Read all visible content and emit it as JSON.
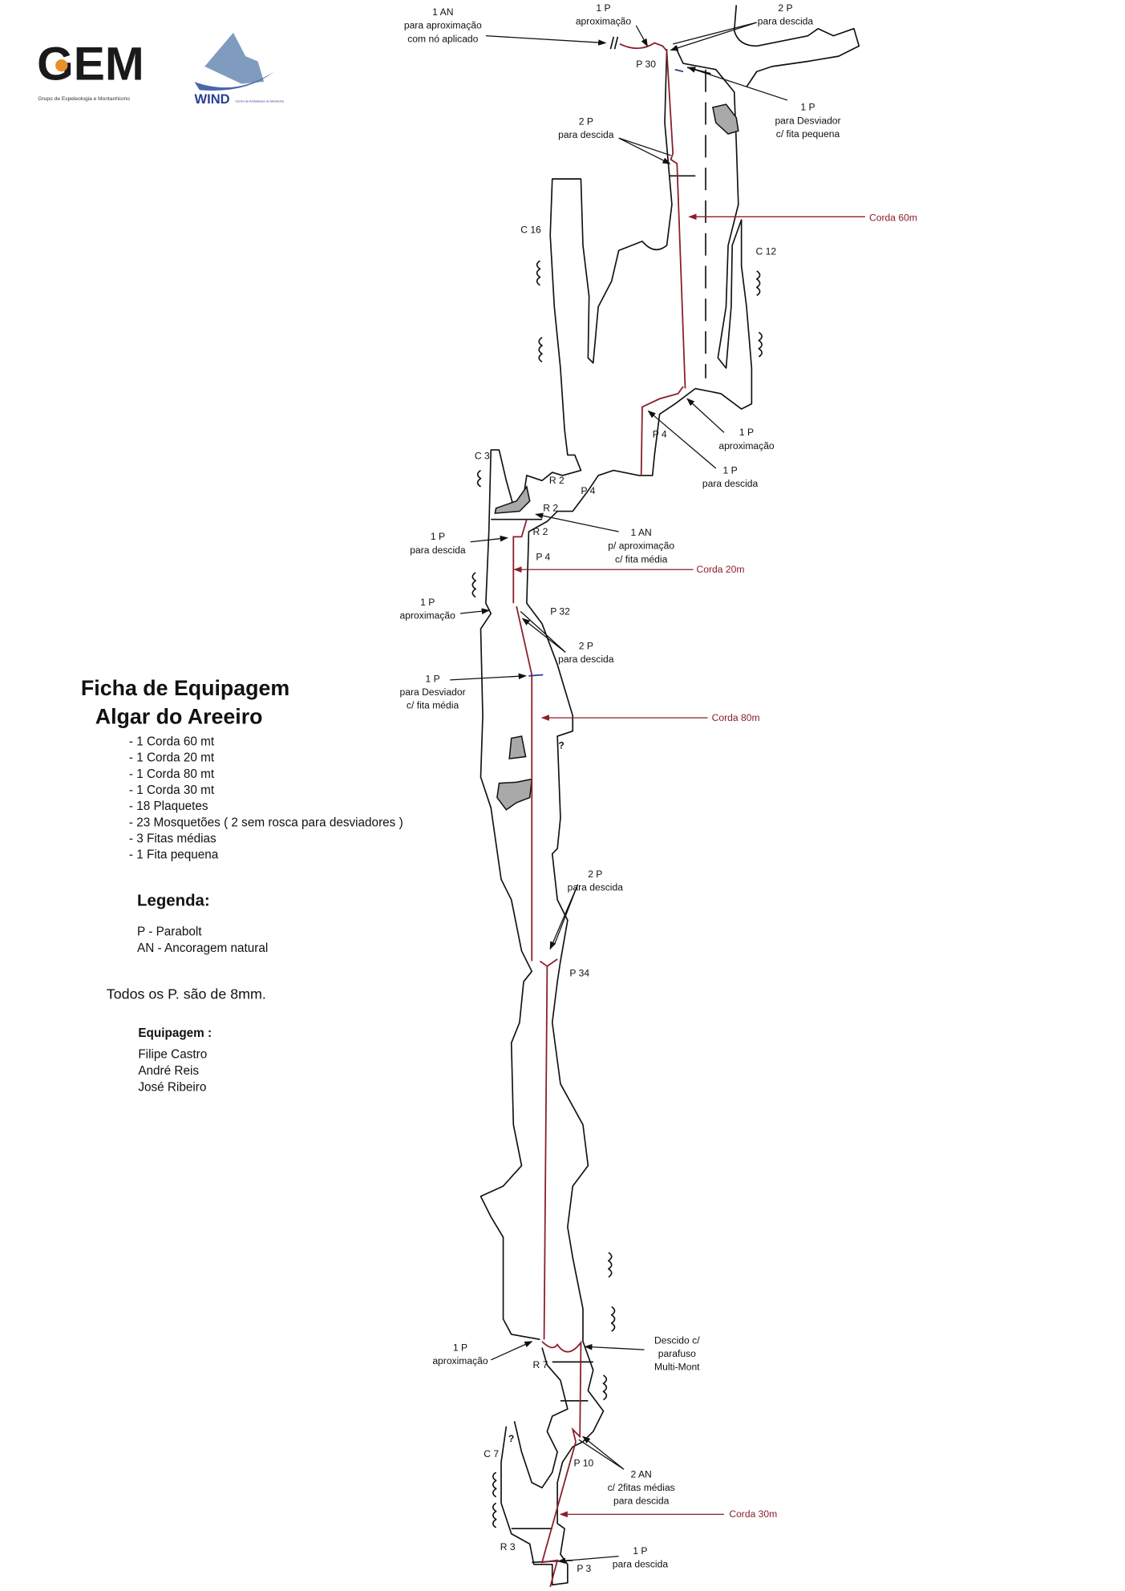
{
  "logos": {
    "gem": {
      "mark": "GEM",
      "subtitle": "Grupo de Espeleologia e Montanhismo"
    },
    "wind": {
      "mark": "WIND",
      "subtitle": "Centro de Actividades de Montanha"
    }
  },
  "sheet": {
    "title": "Ficha de Equipagem",
    "cave_name": "Algar do Areeiro",
    "equipment": [
      "- 1 Corda 60 mt",
      "- 1 Corda 20 mt",
      "- 1 Corda 80 mt",
      "- 1 Corda 30 mt",
      "- 18 Plaquetes",
      "- 23 Mosquetões ( 2 sem rosca para desviadores )",
      "- 3 Fitas médias",
      "- 1 Fita pequena"
    ],
    "legend_title": "Legenda:",
    "legend": [
      "P - Parabolt",
      "AN - Ancoragem natural"
    ],
    "note": "Todos os P. são de 8mm.",
    "team_title": "Equipagem :",
    "team": [
      "Filipe Castro",
      "André Reis",
      "José Ribeiro"
    ]
  },
  "annotations": [
    {
      "lines": [
        "1 AN",
        "para aproximação",
        "com nó aplicado"
      ]
    },
    {
      "lines": [
        "1 P",
        "aproximação"
      ]
    },
    {
      "lines": [
        "2 P",
        "para descida"
      ]
    },
    {
      "lines": [
        "P 30"
      ]
    },
    {
      "lines": [
        "1 P",
        "para Desviador",
        "c/ fita pequena"
      ]
    },
    {
      "lines": [
        "2 P",
        "para descida"
      ]
    },
    {
      "lines": [
        "Corda 60m"
      ],
      "rope": true
    },
    {
      "lines": [
        "C 16"
      ]
    },
    {
      "lines": [
        "C 12"
      ]
    },
    {
      "lines": [
        "1 P",
        "aproximação"
      ]
    },
    {
      "lines": [
        "P 4"
      ]
    },
    {
      "lines": [
        "1 P",
        "para descida"
      ]
    },
    {
      "lines": [
        "C 3"
      ]
    },
    {
      "lines": [
        "R 2"
      ]
    },
    {
      "lines": [
        "P 4"
      ]
    },
    {
      "lines": [
        "R 2"
      ]
    },
    {
      "lines": [
        "R 2"
      ]
    },
    {
      "lines": [
        "1 P",
        "para descida"
      ]
    },
    {
      "lines": [
        "1 AN",
        "p/ aproximação",
        "c/ fita média"
      ]
    },
    {
      "lines": [
        "P 4"
      ]
    },
    {
      "lines": [
        "Corda 20m"
      ],
      "rope": true
    },
    {
      "lines": [
        "1 P",
        "aproximação"
      ]
    },
    {
      "lines": [
        "P 32"
      ]
    },
    {
      "lines": [
        "2 P",
        "para descida"
      ]
    },
    {
      "lines": [
        "1 P",
        "para Desviador",
        "c/ fita média"
      ]
    },
    {
      "lines": [
        "Corda 80m"
      ],
      "rope": true
    },
    {
      "lines": [
        "?"
      ]
    },
    {
      "lines": [
        "2 P",
        "para descida"
      ]
    },
    {
      "lines": [
        "P 34"
      ]
    },
    {
      "lines": [
        "1 P",
        "aproximação"
      ]
    },
    {
      "lines": [
        "R 7"
      ]
    },
    {
      "lines": [
        "Descido c/",
        "parafuso",
        "Multi-Mont"
      ]
    },
    {
      "lines": [
        "C 7"
      ]
    },
    {
      "lines": [
        "?"
      ]
    },
    {
      "lines": [
        "P 10"
      ]
    },
    {
      "lines": [
        "2 AN",
        "c/ 2fitas médias",
        "para descida"
      ]
    },
    {
      "lines": [
        "Corda 30m"
      ],
      "rope": true
    },
    {
      "lines": [
        "R 3"
      ]
    },
    {
      "lines": [
        "1 P",
        "para descida"
      ]
    },
    {
      "lines": [
        "P 3"
      ]
    }
  ],
  "colors": {
    "rope": "#8b1e2b",
    "rock": "#a9a9a9",
    "gem_orange": "#e8902a",
    "wind_blue": "#2b3f8f"
  }
}
